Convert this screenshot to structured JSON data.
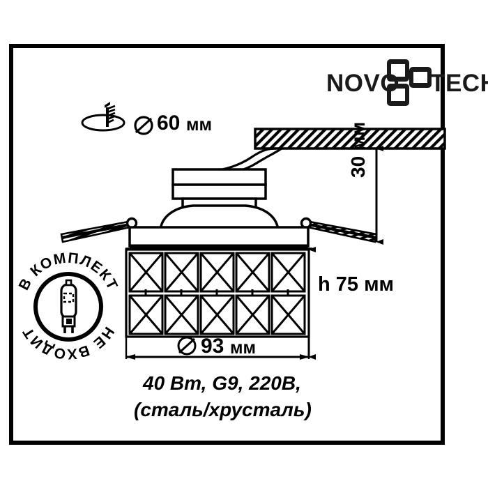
{
  "document": {
    "kind": "technical-drawing",
    "product_type": "recessed-ceiling-spotlight",
    "background": "#ffffff",
    "line_color": "#000000",
    "frame_color": "#000000"
  },
  "brand": {
    "name": "NOVOTECH",
    "name_part_1": "NOVO",
    "name_part_2": "TECH",
    "logo_icon": "pinwheel-cross-icon",
    "color": "#1a1a1a"
  },
  "annotations": {
    "drill_hole": {
      "icon": "drill-bit-hole-icon",
      "diameter_symbol": "⌀",
      "label": "⌀ 60 мм",
      "value": 60,
      "unit": "мм"
    },
    "ceiling_gap": {
      "label": "30 мм",
      "value": 30,
      "unit": "мм",
      "orientation": "vertical"
    },
    "height": {
      "label": "h 75 мм",
      "value": 75,
      "unit": "мм",
      "prefix": "h"
    },
    "outer_diameter": {
      "diameter_symbol": "⌀",
      "label": "⌀ 93 мм",
      "value": 93,
      "unit": "мм"
    }
  },
  "badge": {
    "icon": "g9-halogen-lamp-icon",
    "text_top": "В КОМПЛЕКТ",
    "text_bottom": "НЕ ВХОДИТ",
    "full_text": "НЕ ВХОДИТ В КОМПЛЕКТ"
  },
  "specs": {
    "line_1": "40 Вт, G9, 220В,",
    "line_2": "(сталь/хрусталь)",
    "power": "40 Вт",
    "socket": "G9",
    "voltage": "220В",
    "material": "сталь/хрусталь"
  },
  "crystal_grid": {
    "columns": 5,
    "rows": 2,
    "cell_pattern": "x-cross"
  }
}
